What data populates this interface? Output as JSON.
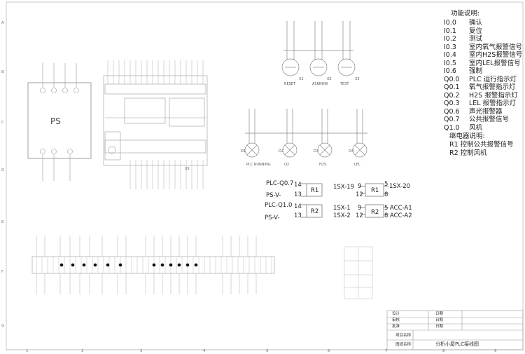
{
  "border": {
    "col_numbers": [
      "1",
      "2",
      "3",
      "4",
      "5",
      "6",
      "7",
      "8",
      "9"
    ],
    "row_letters": [
      "A",
      "B",
      "C",
      "D",
      "E",
      "F",
      "G"
    ]
  },
  "function_notes": {
    "title": "功能说明:",
    "items": [
      {
        "code": "I0.0",
        "text": "确认"
      },
      {
        "code": "I0.1",
        "text": "复位"
      },
      {
        "code": "I0.2",
        "text": "测试"
      },
      {
        "code": "I0.3",
        "text": "室内氧气报警信号"
      },
      {
        "code": "I0.4",
        "text": "室内H2S报警信号"
      },
      {
        "code": "I0.5",
        "text": "室内LEL报警信号"
      },
      {
        "code": "I0.6",
        "text": "强制"
      },
      {
        "code": "Q0.0",
        "text": "PLC 运行指示灯"
      },
      {
        "code": "Q0.1",
        "text": "氧气报警指示灯"
      },
      {
        "code": "Q0.2",
        "text": "H2S 报警指示灯"
      },
      {
        "code": "Q0.3",
        "text": "LEL 报警指示灯"
      },
      {
        "code": "Q0.6",
        "text": "声光报警器"
      },
      {
        "code": "Q0.7",
        "text": "公共报警信号"
      },
      {
        "code": "Q1.0",
        "text": "风机"
      }
    ],
    "relay_title": "继电器说明:",
    "relay_items": [
      {
        "code": "R1",
        "text": "控制公共报警信号"
      },
      {
        "code": "R2",
        "text": "控制风机"
      }
    ]
  },
  "ps_module": {
    "label": "PS"
  },
  "plc_module": {
    "tag": "U1"
  },
  "buttons": [
    {
      "tag": "X1",
      "name": "RESET"
    },
    {
      "tag": "X2",
      "name": "ASKNOW"
    },
    {
      "tag": "X3",
      "name": "TEST"
    }
  ],
  "lamps": [
    {
      "tag": "D1",
      "name": "PLC RUNNING"
    },
    {
      "tag": "D2",
      "name": "O2"
    },
    {
      "tag": "D3",
      "name": "H2S"
    },
    {
      "tag": "D4",
      "name": "LEL"
    }
  ],
  "relay_coils": [
    {
      "upper_label": "PLC-Q0.7",
      "upper_pin": "14",
      "lower_label": "PS-V-",
      "lower_pin": "13",
      "name": "R1"
    },
    {
      "upper_label": "PLC-Q1.0",
      "upper_pin": "14",
      "lower_label": "PS-V-",
      "lower_pin": "13",
      "name": "R2"
    }
  ],
  "relay_contacts": [
    {
      "in_top": "1SX-19",
      "pin_nc": "9",
      "pin_no": "5",
      "out_top": "1SX-20",
      "in_bot": "",
      "pin_com": "12",
      "pin_8": "8",
      "out_bot": "",
      "name": "R1"
    },
    {
      "in_top": "1SX-1",
      "pin_nc": "9",
      "pin_no": "5",
      "out_top": "ACC-A1",
      "in_bot": "1SX-2",
      "pin_com": "12",
      "pin_8": "8",
      "out_bot": "ACC-A2",
      "name": "R2"
    }
  ],
  "title_block": {
    "design_label": "设计",
    "review_label": "审核",
    "approve_label": "批准",
    "date_label": "日期",
    "project_label": "项目名称",
    "drawing_label": "图纸名称",
    "drawing_name": "分析小屋PLC接线图"
  }
}
